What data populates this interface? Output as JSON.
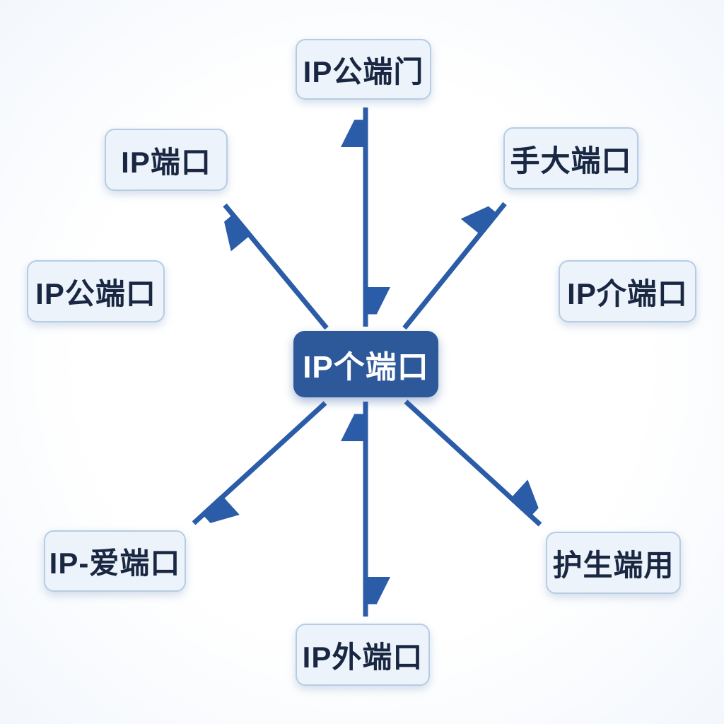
{
  "diagram": {
    "title": "IP port hub diagram",
    "colors": {
      "arrow": "#2b5ca8",
      "center_node_fill": "#2d5899",
      "center_node_text": "#ffffff",
      "node_fill": "#ecf3fa",
      "node_border": "#b7cce4",
      "node_text": "#1a2742",
      "background": "#ffffff"
    },
    "center_node": {
      "id": "center",
      "label": "IP个端口"
    },
    "nodes": [
      {
        "id": "top-center",
        "label": "IP公端门"
      },
      {
        "id": "top-left",
        "label": "IP端口"
      },
      {
        "id": "top-right",
        "label": "手大端口"
      },
      {
        "id": "mid-left",
        "label": "IP公端口"
      },
      {
        "id": "mid-right",
        "label": "IP介端口"
      },
      {
        "id": "bottom-left",
        "label": "IP-爱端口"
      },
      {
        "id": "bottom-right",
        "label": "护生端用"
      },
      {
        "id": "bottom-center",
        "label": "IP外端口"
      }
    ],
    "edges": [
      {
        "from": "center",
        "to": "top-center",
        "double_headed": true
      },
      {
        "from": "center",
        "to": "top-left",
        "double_headed": false
      },
      {
        "from": "center",
        "to": "top-right",
        "double_headed": false
      },
      {
        "from": "center",
        "to": "bottom-center",
        "double_headed": true
      },
      {
        "from": "center",
        "to": "bottom-left",
        "double_headed": false
      },
      {
        "from": "center",
        "to": "bottom-right",
        "double_headed": false
      }
    ]
  }
}
